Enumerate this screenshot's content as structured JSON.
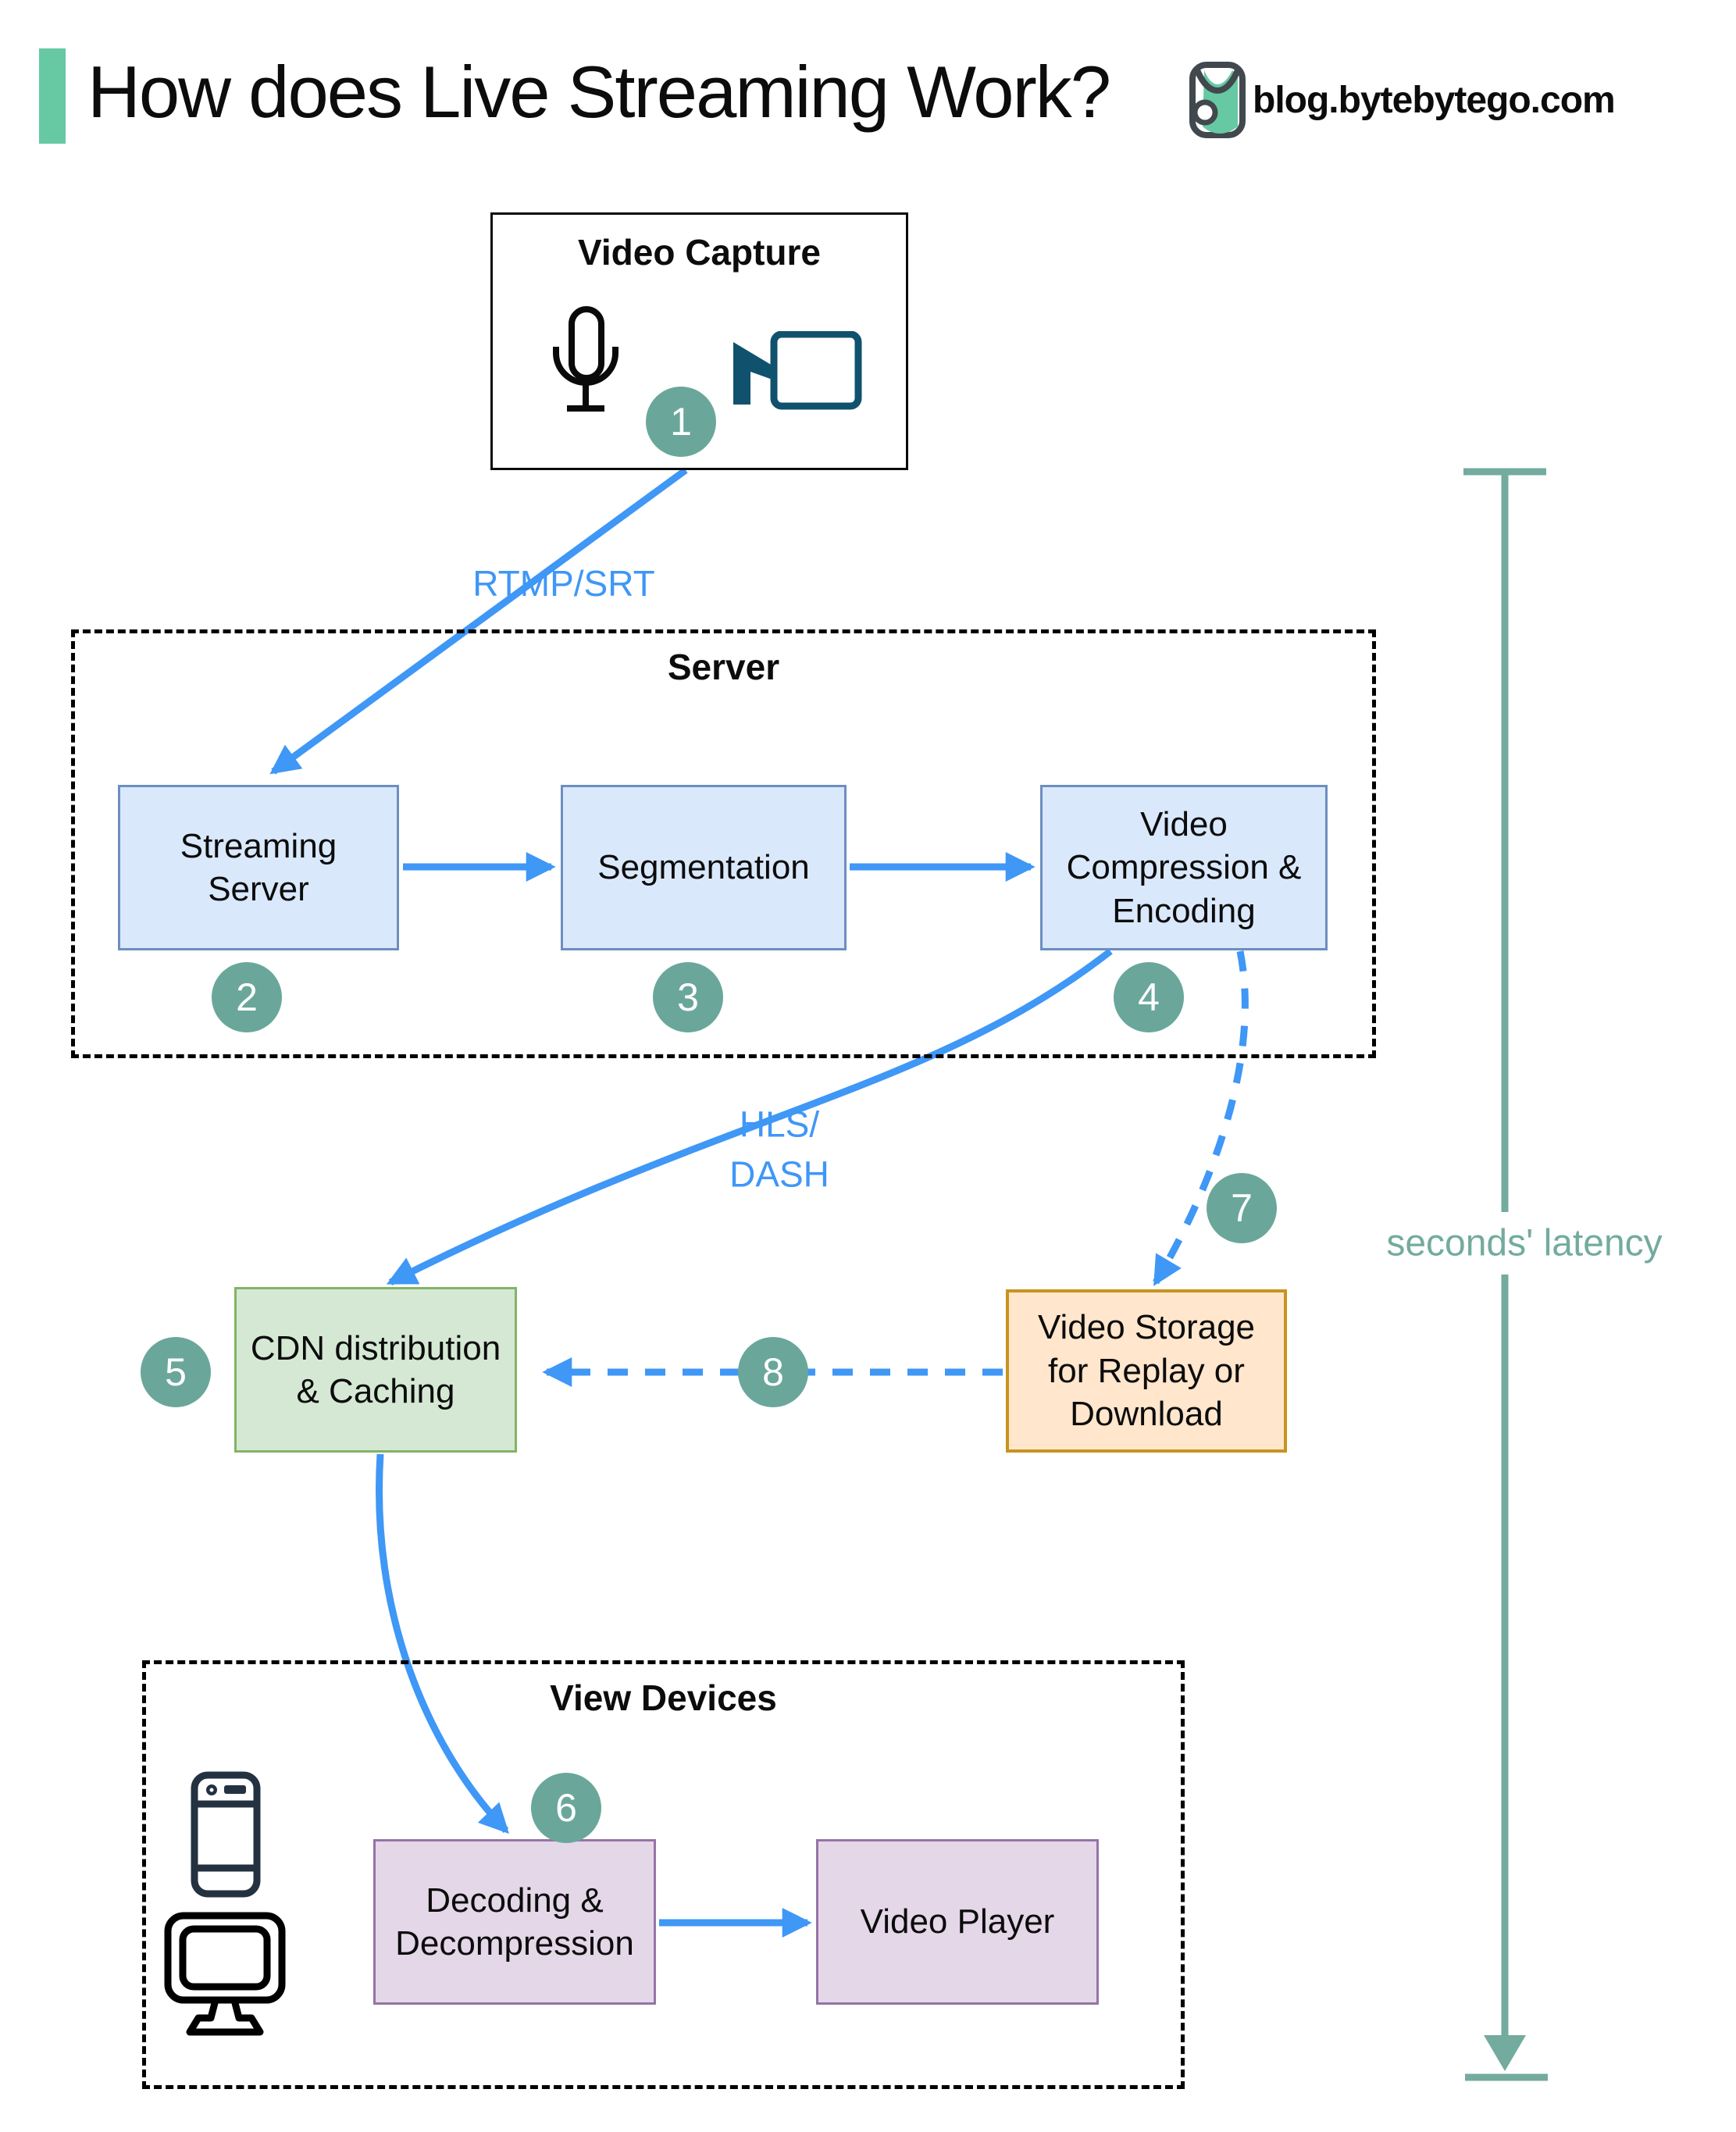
{
  "header": {
    "title": "How does Live Streaming Work?",
    "site_url": "blog.bytebytego.com"
  },
  "groups": {
    "video_capture": {
      "label": "Video Capture"
    },
    "server": {
      "label": "Server"
    },
    "view_devices": {
      "label": "View Devices"
    }
  },
  "nodes": {
    "streaming_server": {
      "label": "Streaming\nServer"
    },
    "segmentation": {
      "label": "Segmentation"
    },
    "video_compression": {
      "label": "Video\nCompression &\nEncoding"
    },
    "cdn": {
      "label": "CDN distribution\n& Caching"
    },
    "video_storage": {
      "label": "Video Storage\nfor Replay or\nDownload"
    },
    "decoding": {
      "label": "Decoding &\nDecompression"
    },
    "video_player": {
      "label": "Video Player"
    }
  },
  "edge_labels": {
    "ingest_protocol": "RTMP/SRT",
    "delivery_protocol": "HLS/\nDASH"
  },
  "steps": [
    "1",
    "2",
    "3",
    "4",
    "5",
    "6",
    "7",
    "8"
  ],
  "annotations": {
    "latency": "seconds' latency"
  },
  "icons": {
    "logo": "bytebytego-owl-logo",
    "microphone": "microphone-icon",
    "camera": "video-camera-icon",
    "phone": "smartphone-icon",
    "monitor": "desktop-monitor-icon"
  },
  "colors": {
    "accent_green": "#66c9a3",
    "arrow_blue": "#3f97f6",
    "step_circle_teal": "#6aa79a",
    "latency_teal": "#73ab9e",
    "node_blue_fill": "#dae8fc",
    "node_blue_border": "#6d8ebf",
    "node_green_fill": "#d5e8d4",
    "node_green_border": "#83b366",
    "node_orange_fill": "#ffe6cc",
    "node_orange_border": "#c7941e",
    "node_purple_fill": "#e3d7e8",
    "node_purple_border": "#9673a6",
    "camera_icon_teal": "#10526d",
    "phone_icon_navy": "#233140"
  }
}
